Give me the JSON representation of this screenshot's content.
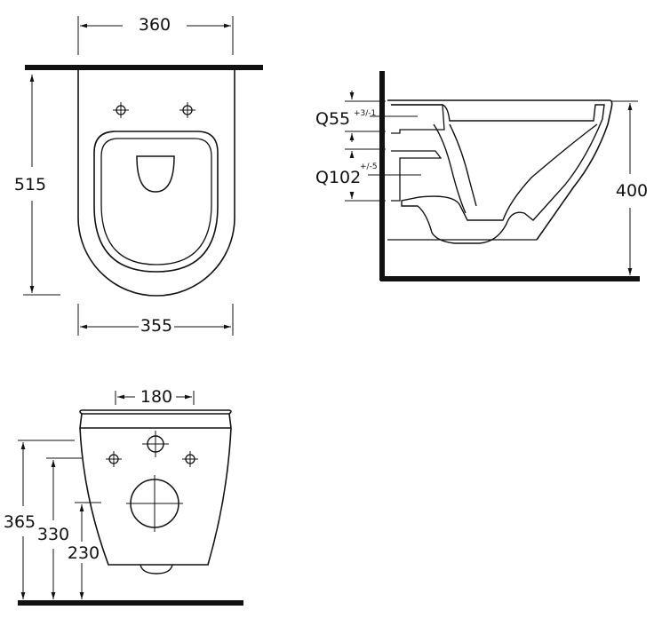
{
  "top_view": {
    "width_top": "360",
    "length": "515",
    "width_bottom": "355"
  },
  "side_view": {
    "outlet_label": "Q55",
    "outlet_tolerance": "+3/-1",
    "inlet_label": "Q102",
    "inlet_tolerance": "+/-5",
    "height": "400"
  },
  "rear_view": {
    "width": "180",
    "height_total": "365",
    "height_mid": "330",
    "height_low": "230"
  },
  "colors": {
    "line": "#111111",
    "background": "#ffffff"
  }
}
